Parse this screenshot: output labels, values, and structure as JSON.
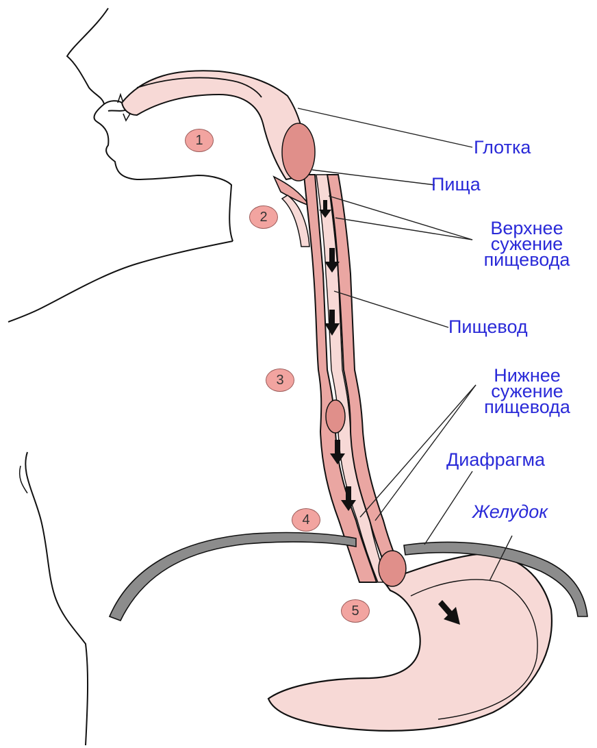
{
  "labels": {
    "pharynx": "Глотка",
    "food": "Пища",
    "upper_narrowing": [
      "Верхнее",
      "сужение",
      "пищевода"
    ],
    "esophagus": "Пищевод",
    "lower_narrowing": [
      "Нижнее",
      "сужение",
      "пищевода"
    ],
    "diaphragm": "Диафрагма",
    "stomach": "Желудок"
  },
  "stages": [
    "1",
    "2",
    "3",
    "4",
    "5"
  ],
  "colors": {
    "label_text": "#2a2ad8",
    "tissue_fill": "#f7d9d6",
    "wall_fill": "#eaa6a2",
    "food_bolus": "#e08f8a",
    "outline": "#111111",
    "diaphragm": "#8c8c8c",
    "stage_circle": "#f2a4a0"
  }
}
